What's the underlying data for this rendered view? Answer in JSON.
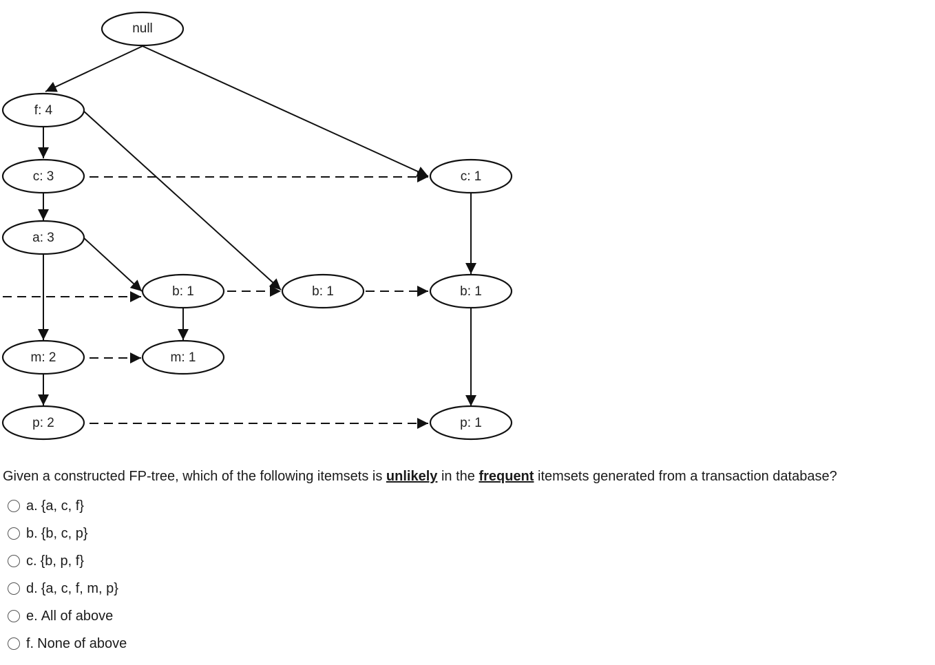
{
  "diagram": {
    "nodes": {
      "root": "null",
      "f4": "f: 4",
      "c3": "c: 3",
      "a3": "a: 3",
      "m2": "m: 2",
      "p2": "p: 2",
      "b1_left": "b: 1",
      "m1": "m: 1",
      "b1_mid": "b: 1",
      "c1": "c: 1",
      "b1_right": "b: 1",
      "p1": "p: 1"
    }
  },
  "question": {
    "text_before": "Given a constructed FP-tree, which of the following itemsets is ",
    "emphasis_1": "unlikely",
    "text_middle": " in the ",
    "emphasis_2": "frequent",
    "text_after": " itemsets generated from a transaction database?"
  },
  "options": [
    {
      "letter": "a.",
      "text": "{a, c, f}"
    },
    {
      "letter": "b.",
      "text": "{b, c, p}"
    },
    {
      "letter": "c.",
      "text": "{b, p, f}"
    },
    {
      "letter": "d.",
      "text": "{a, c, f, m, p}"
    },
    {
      "letter": "e.",
      "text": "All of above"
    },
    {
      "letter": "f.",
      "text": "None of above"
    }
  ]
}
